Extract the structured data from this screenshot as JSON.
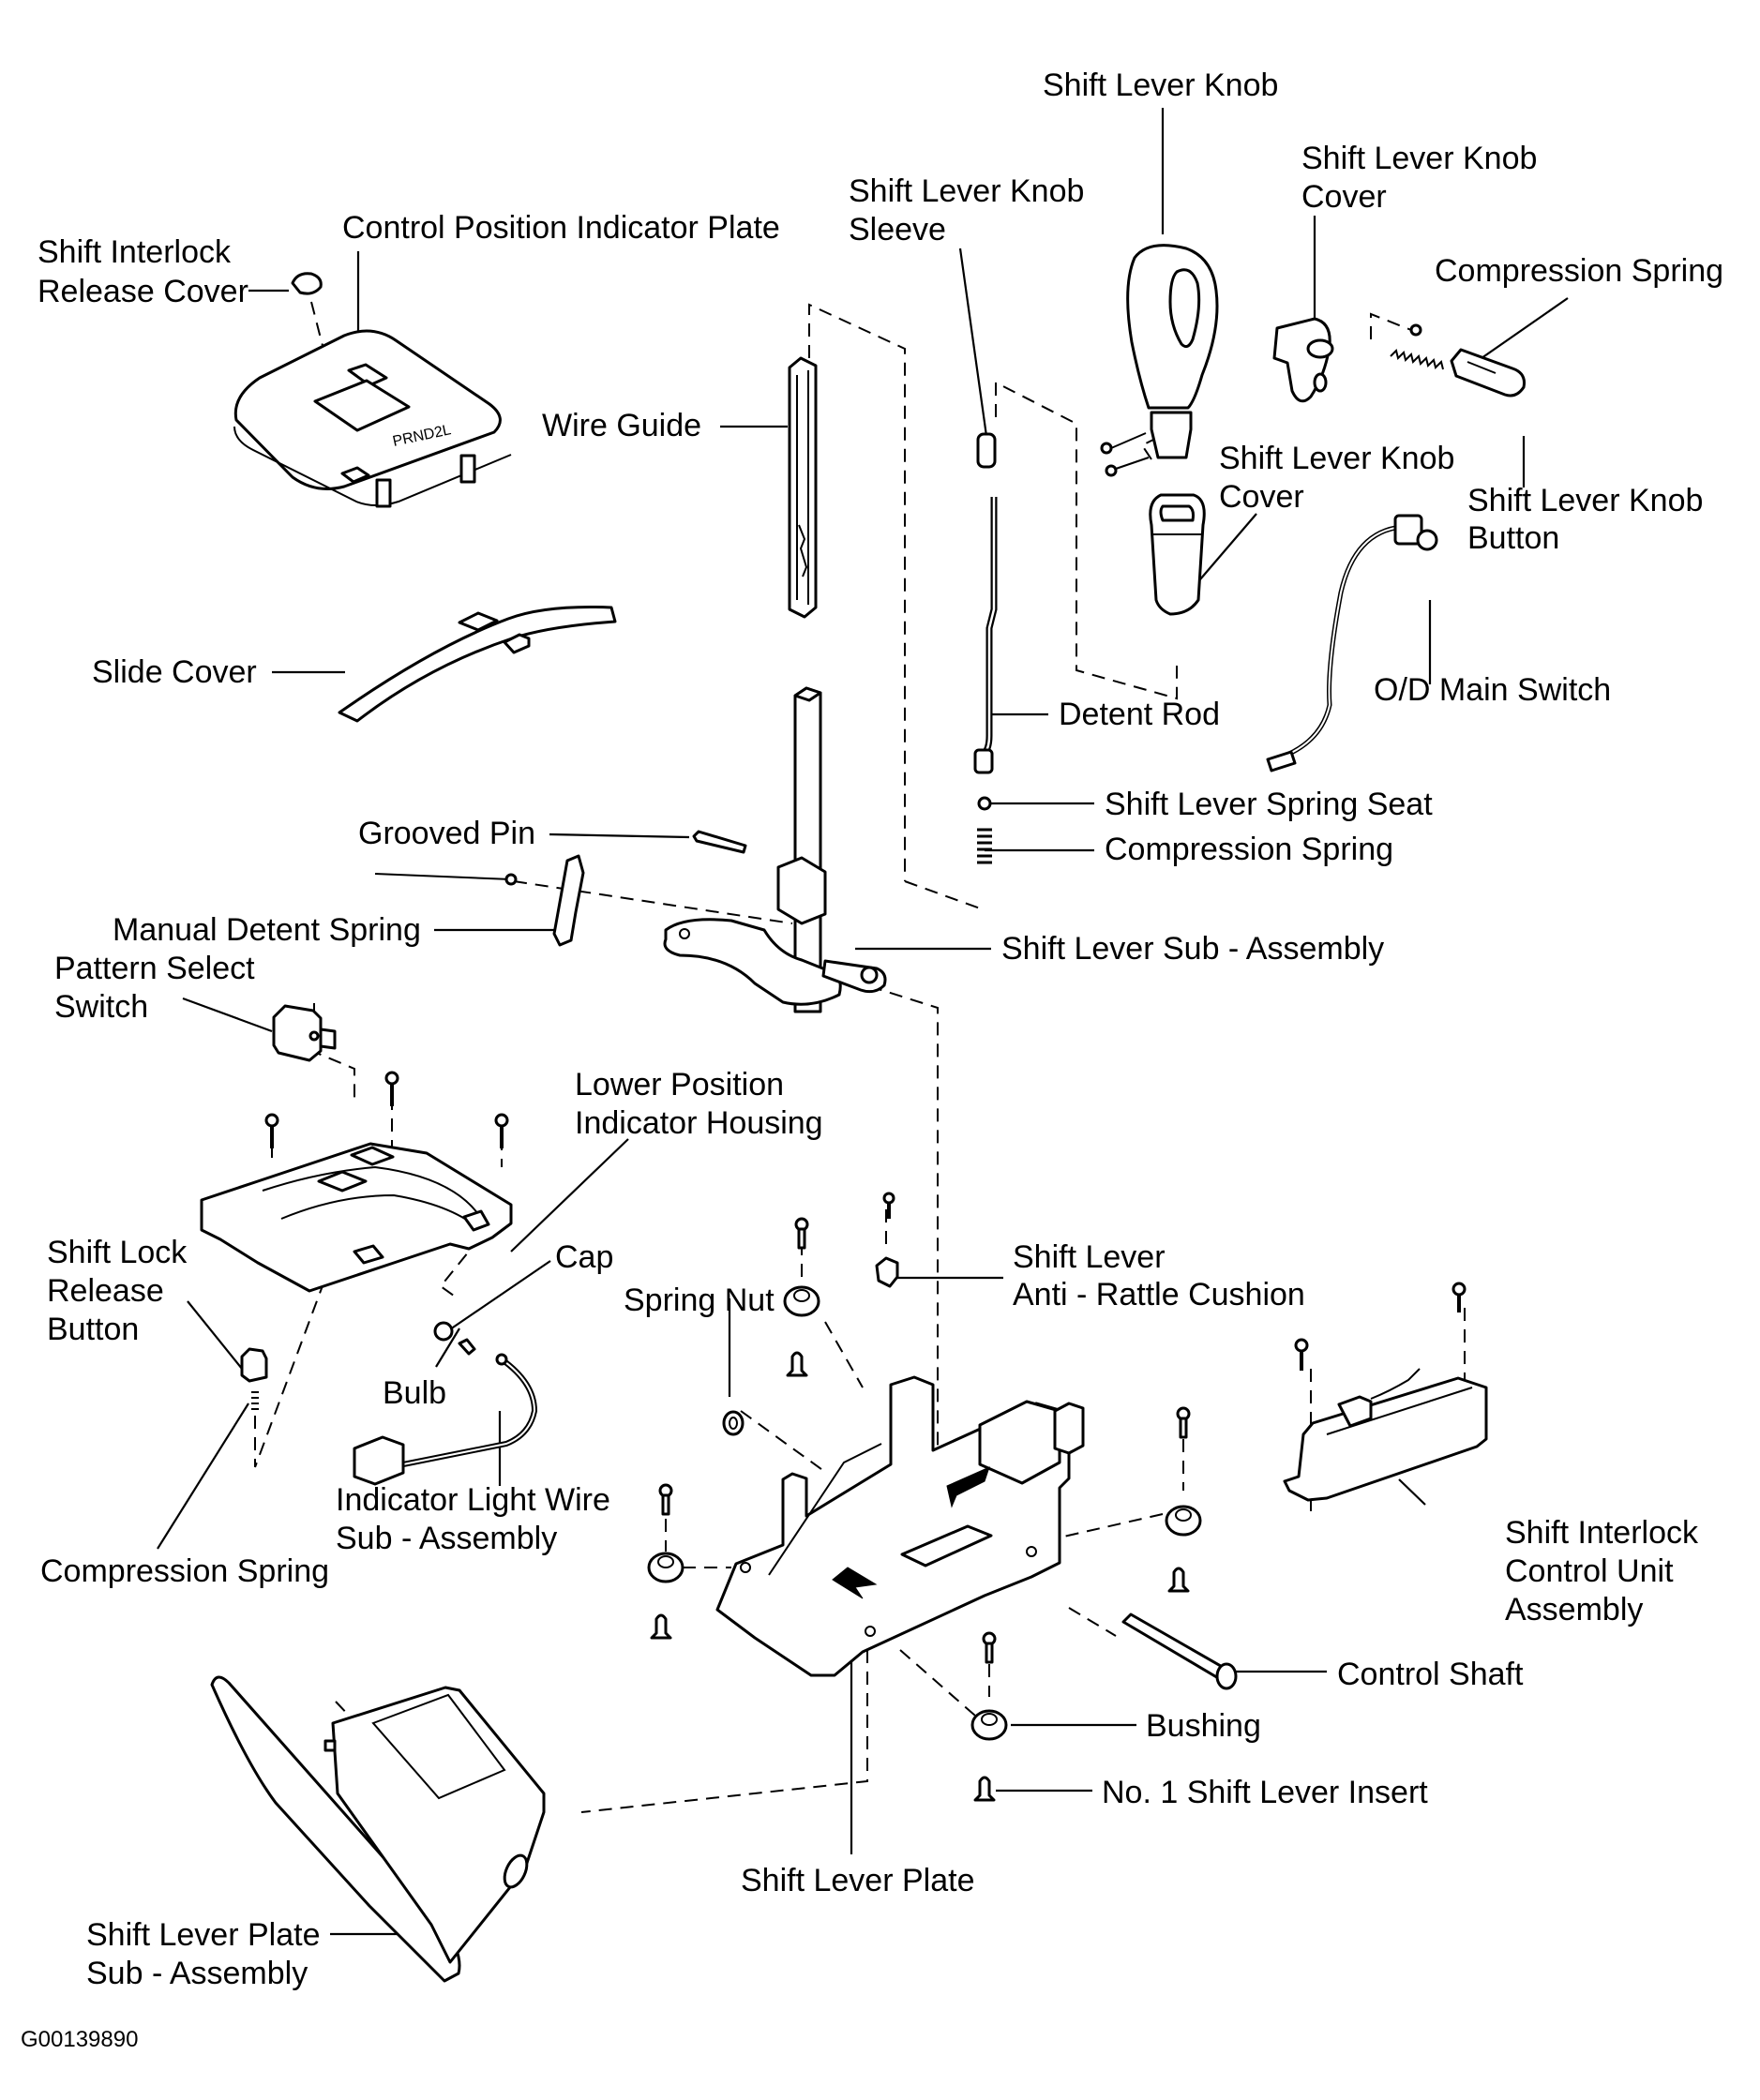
{
  "figure_id": "G00139890",
  "labels": {
    "shift_interlock_release_cover": [
      "Shift Interlock",
      "Release Cover"
    ],
    "control_position_indicator_plate": "Control Position Indicator Plate",
    "wire_guide": "Wire Guide",
    "shift_lever_knob_sleeve": [
      "Shift Lever Knob",
      "Sleeve"
    ],
    "shift_lever_knob": "Shift Lever Knob",
    "shift_lever_knob_cover_top": [
      "Shift Lever Knob",
      "Cover"
    ],
    "compression_spring_knob": "Compression Spring",
    "shift_lever_knob_cover_mid": [
      "Shift Lever Knob",
      "Cover"
    ],
    "shift_lever_knob_button": [
      "Shift Lever Knob",
      "Button"
    ],
    "od_main_switch": "O/D Main Switch",
    "slide_cover": "Slide Cover",
    "detent_rod": "Detent Rod",
    "shift_lever_spring_seat": "Shift Lever Spring Seat",
    "compression_spring_lever": "Compression Spring",
    "grooved_pin": "Grooved Pin",
    "manual_detent_spring": "Manual Detent Spring",
    "shift_lever_sub_assembly": "Shift Lever Sub - Assembly",
    "pattern_select_switch": [
      "Pattern Select",
      "Switch"
    ],
    "lower_position_indicator_housing": [
      "Lower Position",
      "Indicator Housing"
    ],
    "shift_lock_release_button": [
      "Shift Lock",
      "Release",
      "Button"
    ],
    "cap": "Cap",
    "shift_lever_anti_rattle_cushion": [
      "Shift Lever",
      "Anti - Rattle Cushion"
    ],
    "spring_nut": "Spring Nut",
    "bulb": "Bulb",
    "indicator_light_wire": [
      "Indicator Light Wire",
      "Sub - Assembly"
    ],
    "compression_spring_lock": "Compression Spring",
    "shift_interlock_control_unit": [
      "Shift Interlock",
      "Control Unit",
      "Assembly"
    ],
    "control_shaft": "Control Shaft",
    "bushing": "Bushing",
    "no1_shift_lever_insert": "No. 1 Shift Lever Insert",
    "shift_lever_plate": "Shift Lever Plate",
    "shift_lever_plate_sub_assembly": [
      "Shift Lever Plate",
      "Sub - Assembly"
    ]
  }
}
